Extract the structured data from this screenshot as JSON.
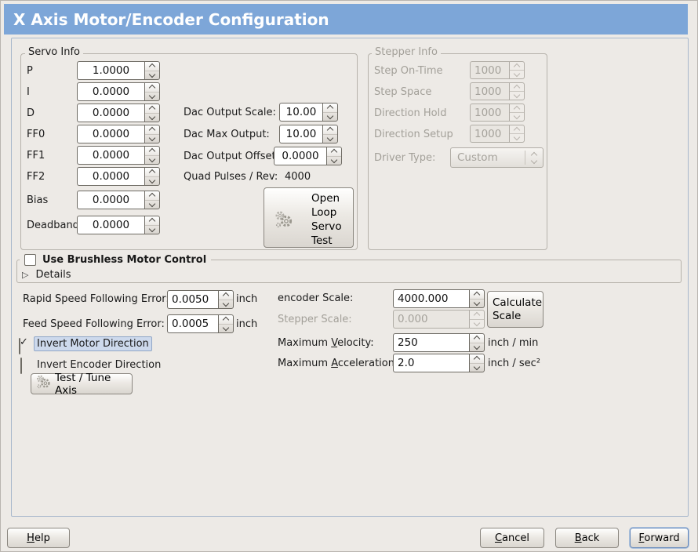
{
  "window": {
    "title": "X Axis Motor/Encoder Configuration"
  },
  "colors": {
    "titlebar_blue": "#7da6d8",
    "focus_highlight": "#cdd9ec",
    "window_bg": "#edeae6"
  },
  "servo_info": {
    "title": "Servo Info",
    "params": [
      {
        "label": "P",
        "value": "1.0000"
      },
      {
        "label": "I",
        "value": "0.0000"
      },
      {
        "label": "D",
        "value": "0.0000"
      },
      {
        "label": "FF0",
        "value": "0.0000"
      },
      {
        "label": "FF1",
        "value": "0.0000"
      },
      {
        "label": "FF2",
        "value": "0.0000"
      },
      {
        "label": "Bias",
        "value": "0.0000"
      },
      {
        "label": "Deadband",
        "value": "0.0000"
      }
    ],
    "dac_output_scale_label": "Dac Output Scale:",
    "dac_output_scale": "10.00",
    "dac_max_output_label": "Dac Max Output:",
    "dac_max_output": "10.00",
    "dac_output_offset_label": "Dac Output Offset:",
    "dac_output_offset": "0.0000",
    "quad_pulses_label": "Quad Pulses / Rev:",
    "quad_pulses": "4000",
    "open_loop_lines": [
      "Open",
      "Loop",
      "Servo",
      "Test"
    ]
  },
  "stepper_info": {
    "title": "Stepper Info",
    "fields": [
      {
        "label": "Step On-Time",
        "value": "1000"
      },
      {
        "label": "Step Space",
        "value": "1000"
      },
      {
        "label": "Direction Hold",
        "value": "1000"
      },
      {
        "label": "Direction Setup",
        "value": "1000"
      }
    ],
    "driver_type_label": "Driver Type:",
    "driver_type": "Custom"
  },
  "brushless": {
    "checkbox_label": "Use Brushless Motor Control",
    "details_label": "Details"
  },
  "tuning": {
    "rapid_error_label": "Rapid Speed Following Error:",
    "rapid_error": "0.0050",
    "rapid_unit": "inch",
    "feed_error_label": "Feed Speed Following Error:",
    "feed_error": "0.0005",
    "feed_unit": "inch",
    "encoder_scale_label": "encoder Scale:",
    "encoder_scale": "4000.000",
    "calculate_lines": [
      "Calculate",
      "Scale"
    ],
    "stepper_scale_label": "Stepper Scale:",
    "stepper_scale": "0.000",
    "max_velocity_label": {
      "pre": "Maximum ",
      "mn": "V",
      "post": "elocity:"
    },
    "max_velocity": "250",
    "velocity_unit": "inch / min",
    "max_accel_label": {
      "pre": "Maximum ",
      "mn": "A",
      "post": "cceleration:"
    },
    "max_accel": "2.0",
    "accel_unit": "inch / sec²",
    "invert_motor_label": "Invert Motor Direction",
    "invert_encoder_label": "Invert Encoder Direction",
    "test_tune_button": "Test / Tune Axis"
  },
  "footer": {
    "help": {
      "mn": "H",
      "post": "elp"
    },
    "cancel": {
      "mn": "C",
      "post": "ancel"
    },
    "back": {
      "mn": "B",
      "post": "ack"
    },
    "forward": {
      "mn": "F",
      "post": "orward"
    }
  }
}
